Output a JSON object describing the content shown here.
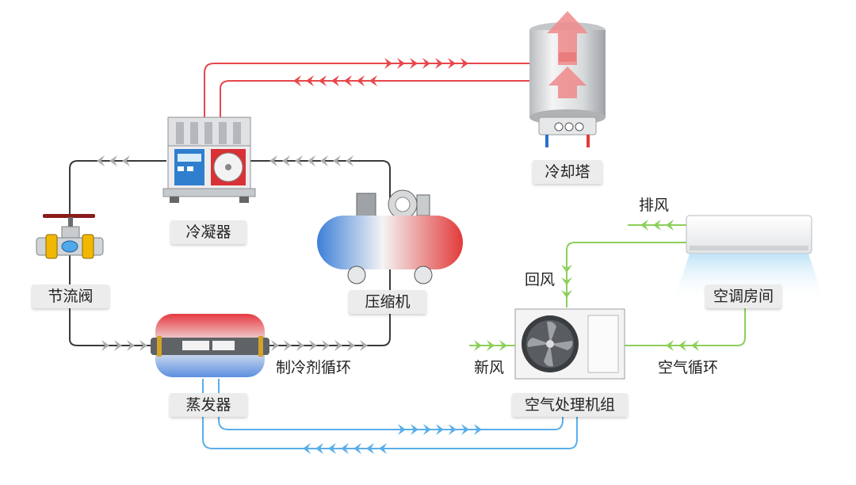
{
  "labels": {
    "cooling_tower": "冷却塔",
    "condenser": "冷凝器",
    "throttle_valve": "节流阀",
    "compressor": "压缩机",
    "evaporator": "蒸发器",
    "refrigerant_cycle": "制冷剂循环",
    "exhaust_air": "排风",
    "return_air": "回风",
    "ac_room": "空调房间",
    "fresh_air": "新风",
    "air_handling_unit": "空气处理机组",
    "air_cycle": "空气循环"
  },
  "colors": {
    "hot_water": "#e8474b",
    "chilled_water": "#5aaee8",
    "refrigerant": "#3a3a3a",
    "air": "#8ccf5a",
    "refrigerant_arrow": "#a9abae",
    "label_bg": "#ececec"
  }
}
